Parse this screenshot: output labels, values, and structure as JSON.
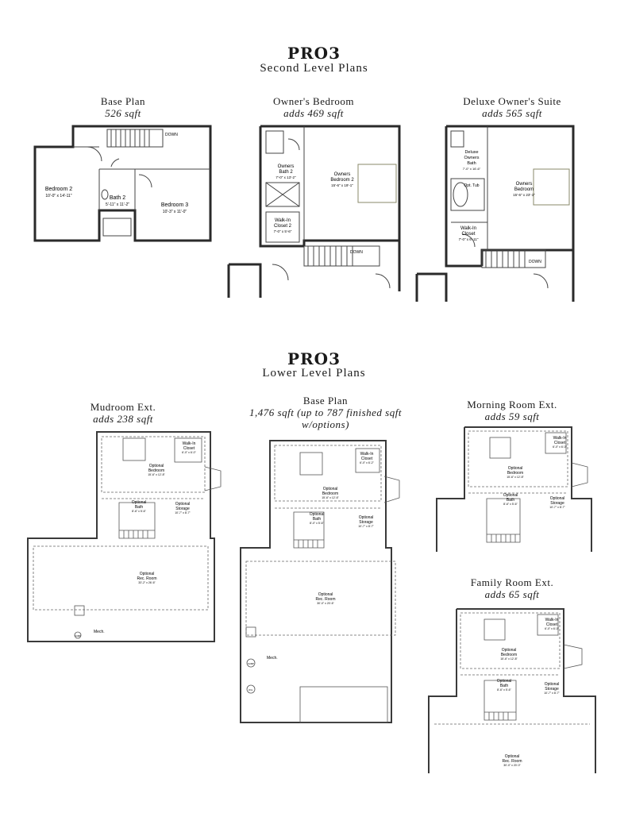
{
  "second_level": {
    "model": "PRO3",
    "heading": "Second Level Plans",
    "plans": [
      {
        "name": "Base Plan",
        "area": "526 sqft",
        "rooms": {
          "bed2": "Bedroom 2",
          "bed2_dim": "10'-0\" x 14'-11\"",
          "bath2": "Bath 2",
          "bath2_dim": "5'-11\" x 11'-2\"",
          "bed3": "Bedroom 3",
          "bed3_dim": "10'-3\" x 11'-0\"",
          "down": "DOWN"
        }
      },
      {
        "name": "Owner's Bedroom",
        "area": "adds 469 sqft",
        "rooms": {
          "bath": "Owners",
          "bath_b": "Bath 2",
          "bath_dim": "7'-0\" x 13'-2\"",
          "bed": "Owners",
          "bed_b": "Bedroom 2",
          "bed_dim": "15'-6\" x 19'-1\"",
          "closet": "Walk-In",
          "closet_b": "Closet 2",
          "closet_dim": "7'-0\" x 5'-6\"",
          "down": "DOWN"
        }
      },
      {
        "name": "Deluxe Owner's Suite",
        "area": "adds 565 sqft",
        "rooms": {
          "bath": "Deluxe",
          "bath_b": "Owners",
          "bath_c": "Bath",
          "bath_dim": "7'-0\" x 16'-6\"",
          "tub": "Opt. Tub",
          "bed": "Owners",
          "bed_b": "Bedroom",
          "bed_dim": "15'-6\" x 23'-1\"",
          "closet": "Walk-In",
          "closet_b": "Closet",
          "closet_dim": "7'-0\" x 6'-11\"",
          "down": "DOWN"
        }
      }
    ]
  },
  "lower_level": {
    "model": "PRO3",
    "heading": "Lower Level Plans",
    "plans": [
      {
        "name": "Mudroom Ext.",
        "area": "adds 238 sqft",
        "rooms": {
          "closet": "Walk-In",
          "closet_b": "Closet",
          "closet_dim": "6'-0\" x 6'-0\"",
          "bed": "Optional",
          "bed_b": "Bedroom",
          "bed_dim": "15'-6\" x 12'-8\"",
          "bath": "Optional",
          "bath_b": "Bath",
          "bath_dim": "8'-6\" x 5'-6\"",
          "storage": "Optional",
          "storage_b": "Storage",
          "storage_dim": "10'-7\" x 8'-7\"",
          "rec": "Optional",
          "rec_b": "Rec. Room",
          "rec_dim": "33'-2\" x 26'-6\"",
          "mech": "Mech.",
          "sump": "SUMP"
        }
      },
      {
        "name": "Base Plan",
        "area": "1,476 sqft (up to 787 finished sqft w/options)",
        "rooms": {
          "closet": "Walk-In",
          "closet_b": "Closet",
          "closet_dim": "6'-0\" x 6'-2\"",
          "bed": "Optional",
          "bed_b": "Bedroom",
          "bed_dim": "15'-6\" x 12'-6\"",
          "bath": "Optional",
          "bath_b": "Bath",
          "bath_dim": "8'-0\" x 5'-6\"",
          "storage": "Optional",
          "storage_b": "Storage",
          "storage_dim": "10'-7\" x 8'-7\"",
          "rec": "Optional",
          "rec_b": "Rec. Room",
          "rec_dim": "30'-0\" x 20'-6\"",
          "mech": "Mech.",
          "sump": "SUMP",
          "wh": "W.H."
        }
      },
      {
        "name": "Morning Room Ext.",
        "area": "adds 59 sqft",
        "rooms": {
          "closet": "Walk-In",
          "closet_b": "Closet",
          "closet_dim": "6'-0\" x 6'-0\"",
          "bed": "Optional",
          "bed_b": "Bedroom",
          "bed_dim": "15'-6\" x 12'-8\"",
          "bath": "Optional",
          "bath_b": "Bath",
          "bath_dim": "8'-6\" x 5'-6\"",
          "storage": "Optional",
          "storage_b": "Storage",
          "storage_dim": "10'-7\" x 8'-7\""
        }
      },
      {
        "name": "Family Room Ext.",
        "area": "adds 65 sqft",
        "rooms": {
          "closet": "Walk-In",
          "closet_b": "Closet",
          "closet_dim": "6'-0\" x 6'-0\"",
          "bed": "Optional",
          "bed_b": "Bedroom",
          "bed_dim": "15'-6\" x 12'-8\"",
          "bath": "Optional",
          "bath_b": "Bath",
          "bath_dim": "8'-6\" x 5'-6\"",
          "storage": "Optional",
          "storage_b": "Storage",
          "storage_dim": "10'-7\" x 8'-7\"",
          "rec": "Optional",
          "rec_b": "Rec. Room",
          "rec_dim": "30'-0\" x 20'-0\""
        }
      }
    ]
  }
}
